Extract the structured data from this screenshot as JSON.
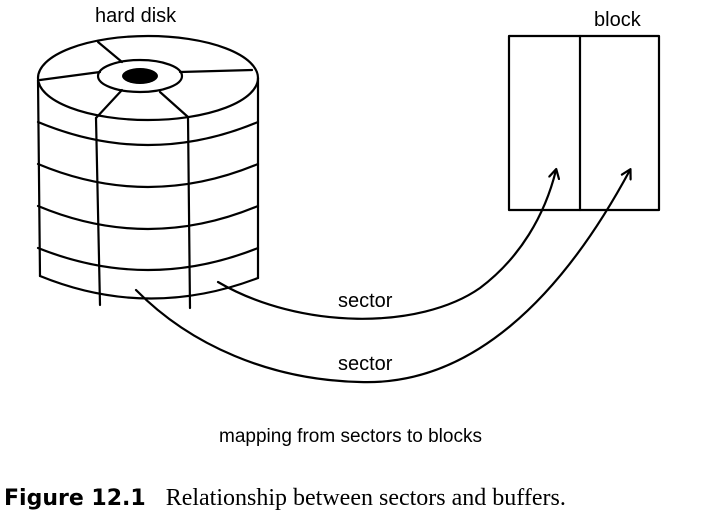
{
  "diagram": {
    "disk_label": "hard disk",
    "block_label": "block",
    "arrow_labels": [
      "sector",
      "sector"
    ],
    "subtitle": "mapping from sectors to blocks"
  },
  "caption": {
    "number": "Figure 12.1",
    "text": "Relationship between sectors and buffers."
  }
}
